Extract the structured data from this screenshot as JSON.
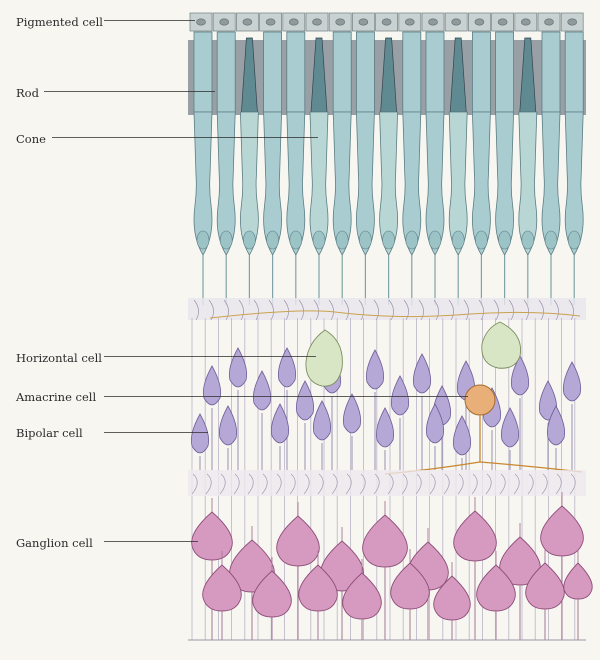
{
  "labels": {
    "pigmented": "Pigmented cell",
    "rod": "Rod",
    "cone": "Cone",
    "horizontal": "Horizontal cell",
    "amacrine": "Amacrine cell",
    "bipolar": "Bipolar cell",
    "ganglion": "Ganglion cell"
  },
  "colors": {
    "background": "#f7f6f1",
    "pigment": "#c9d2d2",
    "photoreceptor": "#a9ccd0",
    "photoreceptor_dark": "#5f8a92",
    "rod_tips": "#3e4a56",
    "horizontal": "#d9e6c6",
    "amacrine": "#e8b078",
    "amacrine_process": "#c8882e",
    "bipolar": "#b5a7d6",
    "ganglion": "#d69ac0",
    "ink": "#2b2b2b"
  }
}
